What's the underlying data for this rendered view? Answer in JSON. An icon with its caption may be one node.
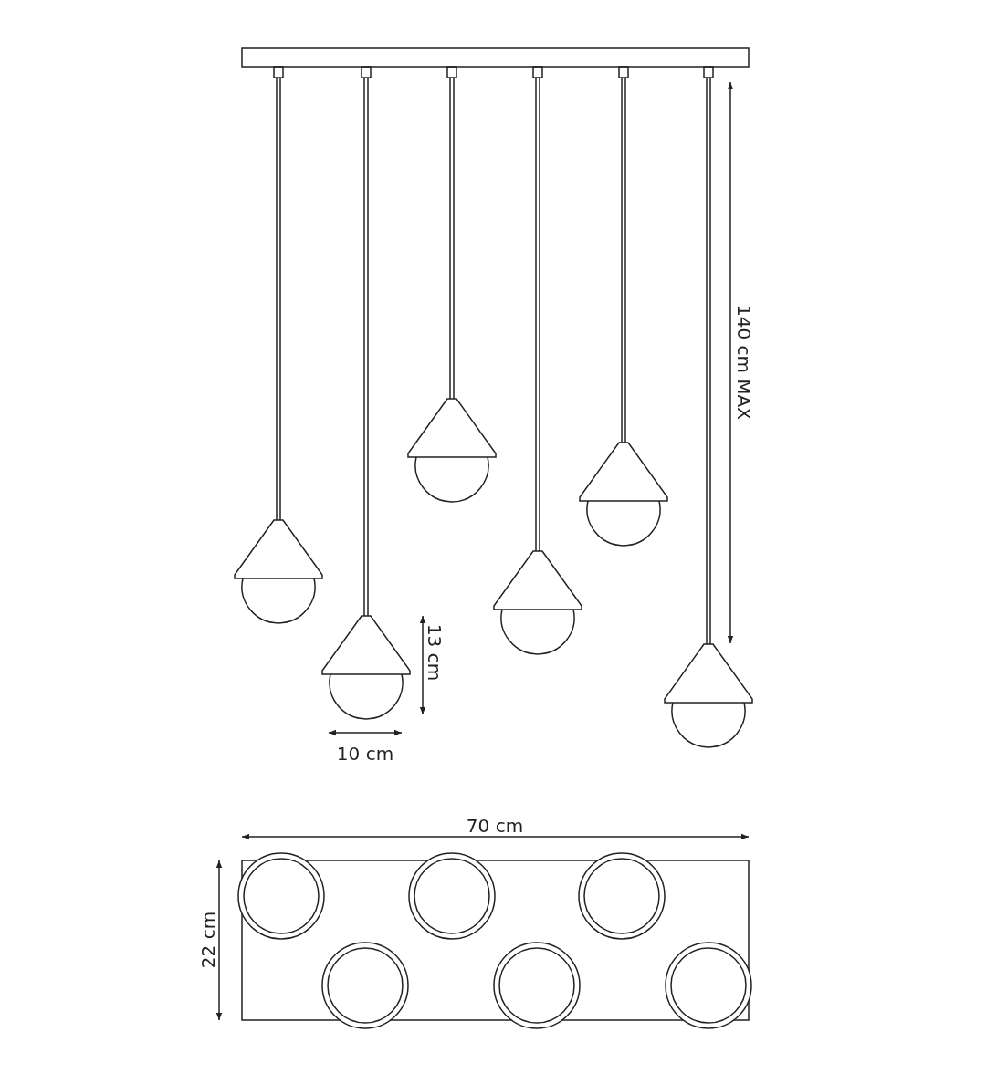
{
  "diagram": {
    "labels": [
      "140 cm MAX",
      "13 cm",
      "10 cm",
      "70 cm",
      "22 cm"
    ]
  }
}
